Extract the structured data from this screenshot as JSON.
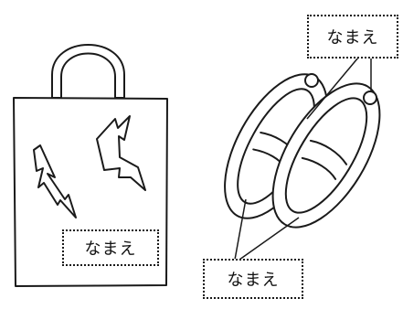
{
  "labels": {
    "bag_name": "なまえ",
    "shoes_name_top": "なまえ",
    "shoes_name_bottom": "なまえ"
  }
}
